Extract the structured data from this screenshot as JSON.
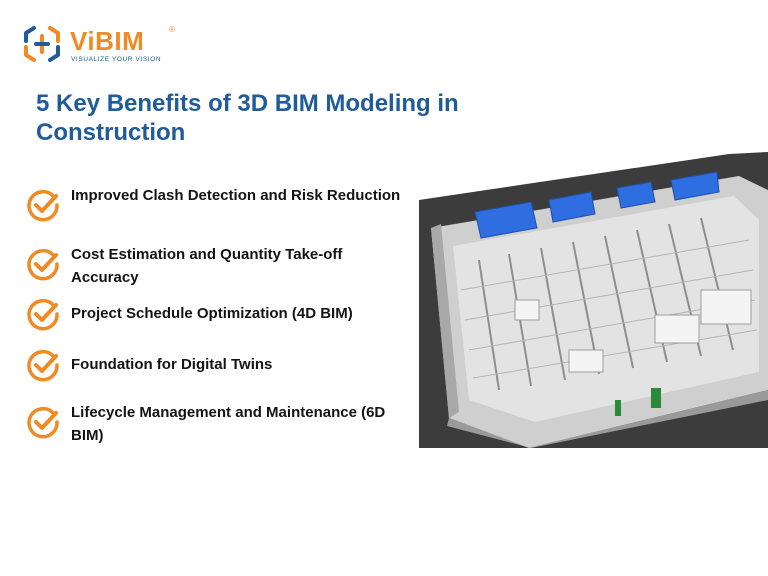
{
  "brand": {
    "name": "ViBIM",
    "registered_mark": "®",
    "tagline": "VISUALIZE YOUR VISION",
    "logo_icon": "hexagon-arrows-logo",
    "colors": {
      "orange": "#f08a24",
      "blue": "#1f5c99"
    }
  },
  "title": "5 Key Benefits of 3D BIM Modeling in Construction",
  "benefits": [
    {
      "icon": "check-circle-icon",
      "label": "Improved Clash Detection and Risk Reduction"
    },
    {
      "icon": "check-circle-icon",
      "label": "Cost Estimation and Quantity Take-off Accuracy"
    },
    {
      "icon": "check-circle-icon",
      "label": "Project Schedule Optimization (4D BIM)"
    },
    {
      "icon": "check-circle-icon",
      "label": "Foundation for Digital Twins"
    },
    {
      "icon": "check-circle-icon",
      "label": "Lifecycle Management and Maintenance (6D BIM)"
    }
  ],
  "image": {
    "subject": "3d-bim-building-model",
    "accent_color": "#2f6ee0"
  }
}
